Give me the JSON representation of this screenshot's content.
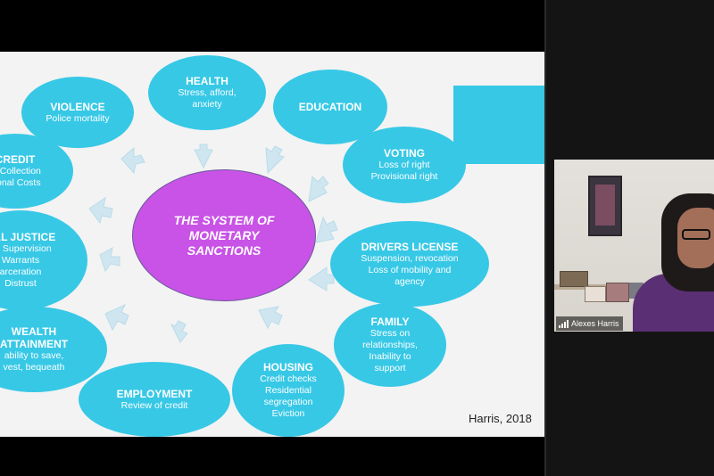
{
  "colors": {
    "ellipse": "#37c8e6",
    "center": "#c853e6",
    "arrow": "#cfe6f0",
    "slide_bg": "#f3f3f3"
  },
  "slide": {
    "center_lines": [
      "THE SYSTEM OF",
      "MONETARY",
      "SANCTIONS"
    ],
    "nodes": {
      "health": {
        "title": "HEALTH",
        "lines": [
          "Stress, afford,",
          "anxiety"
        ]
      },
      "education": {
        "title": "EDUCATION",
        "lines": []
      },
      "violence": {
        "title": "VIOLENCE",
        "lines": [
          "Police mortality"
        ]
      },
      "credit": {
        "title": "CREDIT",
        "lines": [
          "te Collection",
          "itional Costs"
        ]
      },
      "voting": {
        "title": "VOTING",
        "lines": [
          "Loss of right",
          "Provisional right"
        ]
      },
      "justice": {
        "title": "NAL JUSTICE",
        "lines": [
          "ed Supervision",
          "Warrants",
          "arceration",
          "Distrust"
        ]
      },
      "drivers": {
        "title": "DRIVERS LICENSE",
        "lines": [
          "Suspension, revocation",
          "Loss of mobility and",
          "agency"
        ]
      },
      "family": {
        "title": "FAMILY",
        "lines": [
          "Stress on",
          "relationships,",
          "Inability to",
          "support"
        ]
      },
      "wealth": {
        "title": "WEALTH",
        "title2": "ATTAINMENT",
        "lines": [
          "ability to save,",
          "vest, bequeath"
        ]
      },
      "employment": {
        "title": "EMPLOYMENT",
        "lines": [
          "Review of credit"
        ]
      },
      "housing": {
        "title": "HOUSING",
        "lines": [
          "Credit checks",
          "Residential",
          "segregation",
          "Eviction"
        ]
      }
    },
    "citation": "Harris, 2018"
  },
  "participant": {
    "name": "Alexes Harris",
    "icon": "signal-bars-icon"
  }
}
